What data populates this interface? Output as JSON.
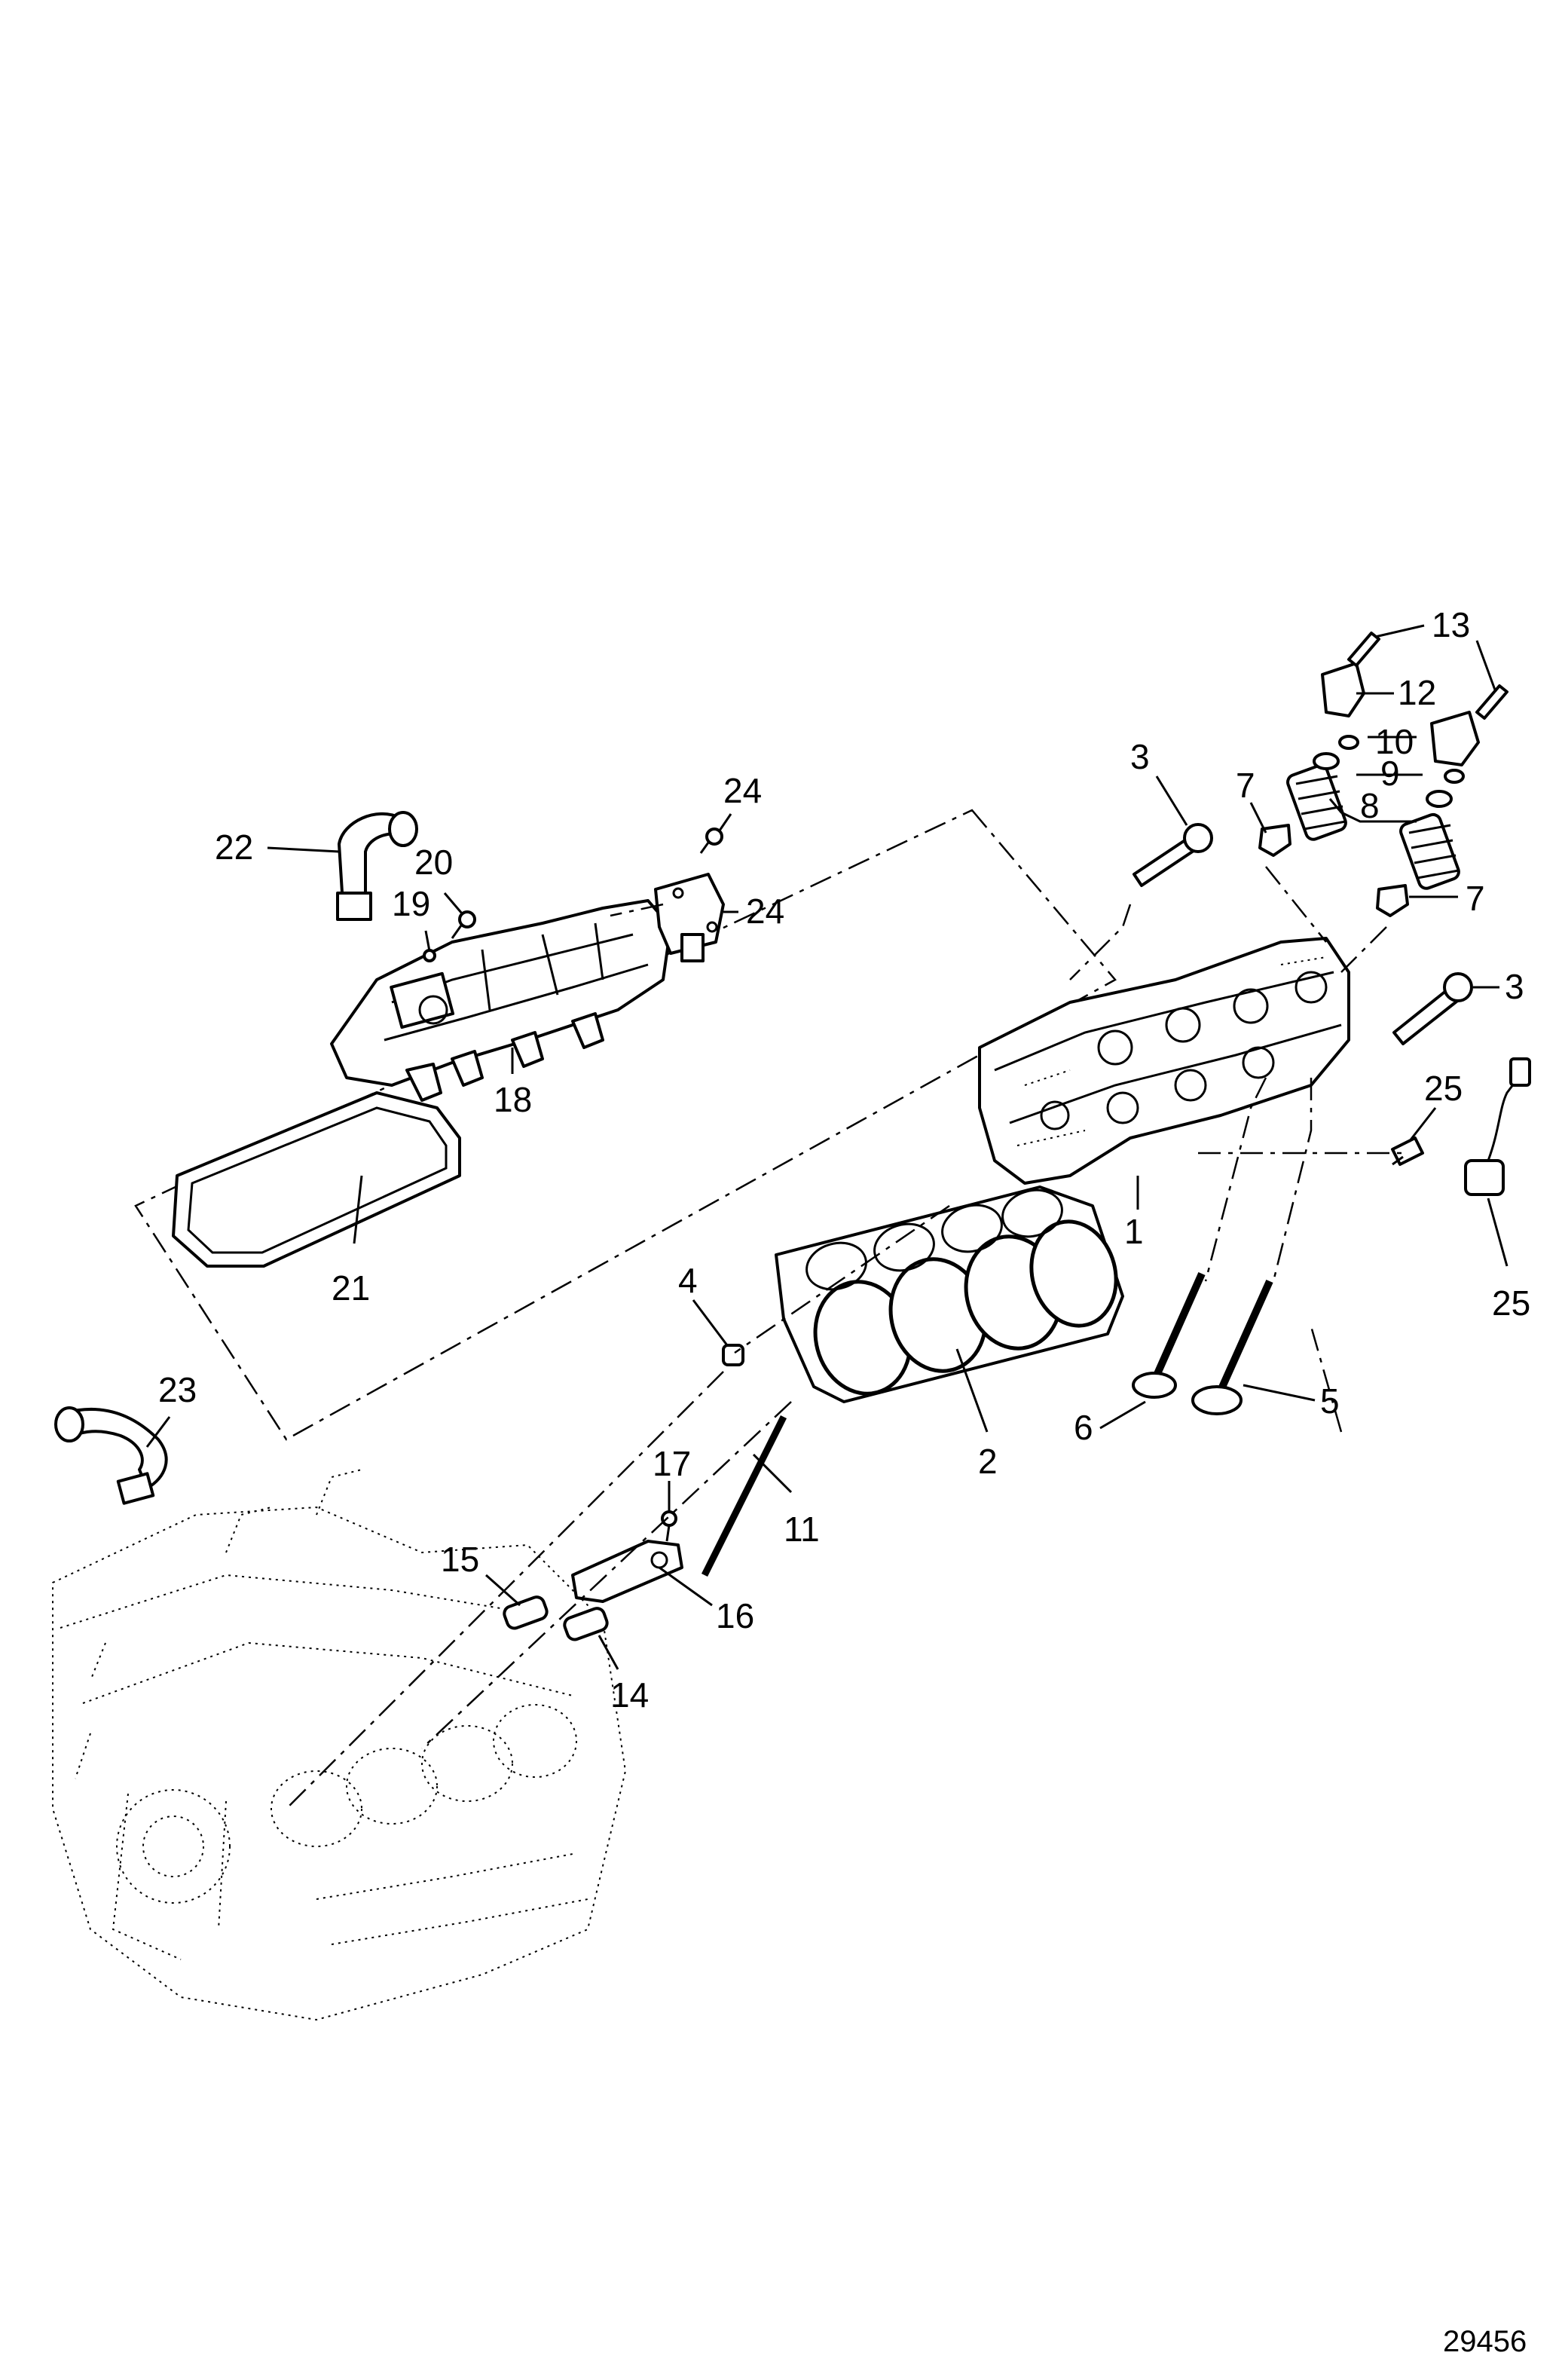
{
  "figure_number": "29456",
  "callouts": [
    {
      "id": "c1",
      "label": "1"
    },
    {
      "id": "c2",
      "label": "2"
    },
    {
      "id": "c3a",
      "label": "3"
    },
    {
      "id": "c3b",
      "label": "3"
    },
    {
      "id": "c4",
      "label": "4"
    },
    {
      "id": "c5",
      "label": "5"
    },
    {
      "id": "c6",
      "label": "6"
    },
    {
      "id": "c7a",
      "label": "7"
    },
    {
      "id": "c7b",
      "label": "7"
    },
    {
      "id": "c8",
      "label": "8"
    },
    {
      "id": "c9",
      "label": "9"
    },
    {
      "id": "c10",
      "label": "10"
    },
    {
      "id": "c11",
      "label": "11"
    },
    {
      "id": "c12",
      "label": "12"
    },
    {
      "id": "c13",
      "label": "13"
    },
    {
      "id": "c14",
      "label": "14"
    },
    {
      "id": "c15",
      "label": "15"
    },
    {
      "id": "c16",
      "label": "16"
    },
    {
      "id": "c17",
      "label": "17"
    },
    {
      "id": "c18",
      "label": "18"
    },
    {
      "id": "c19",
      "label": "19"
    },
    {
      "id": "c20",
      "label": "20"
    },
    {
      "id": "c21",
      "label": "21"
    },
    {
      "id": "c22",
      "label": "22"
    },
    {
      "id": "c23",
      "label": "23"
    },
    {
      "id": "c24a",
      "label": "24"
    },
    {
      "id": "c24b",
      "label": "24"
    },
    {
      "id": "c25a",
      "label": "25"
    },
    {
      "id": "c25b",
      "label": "25"
    }
  ]
}
